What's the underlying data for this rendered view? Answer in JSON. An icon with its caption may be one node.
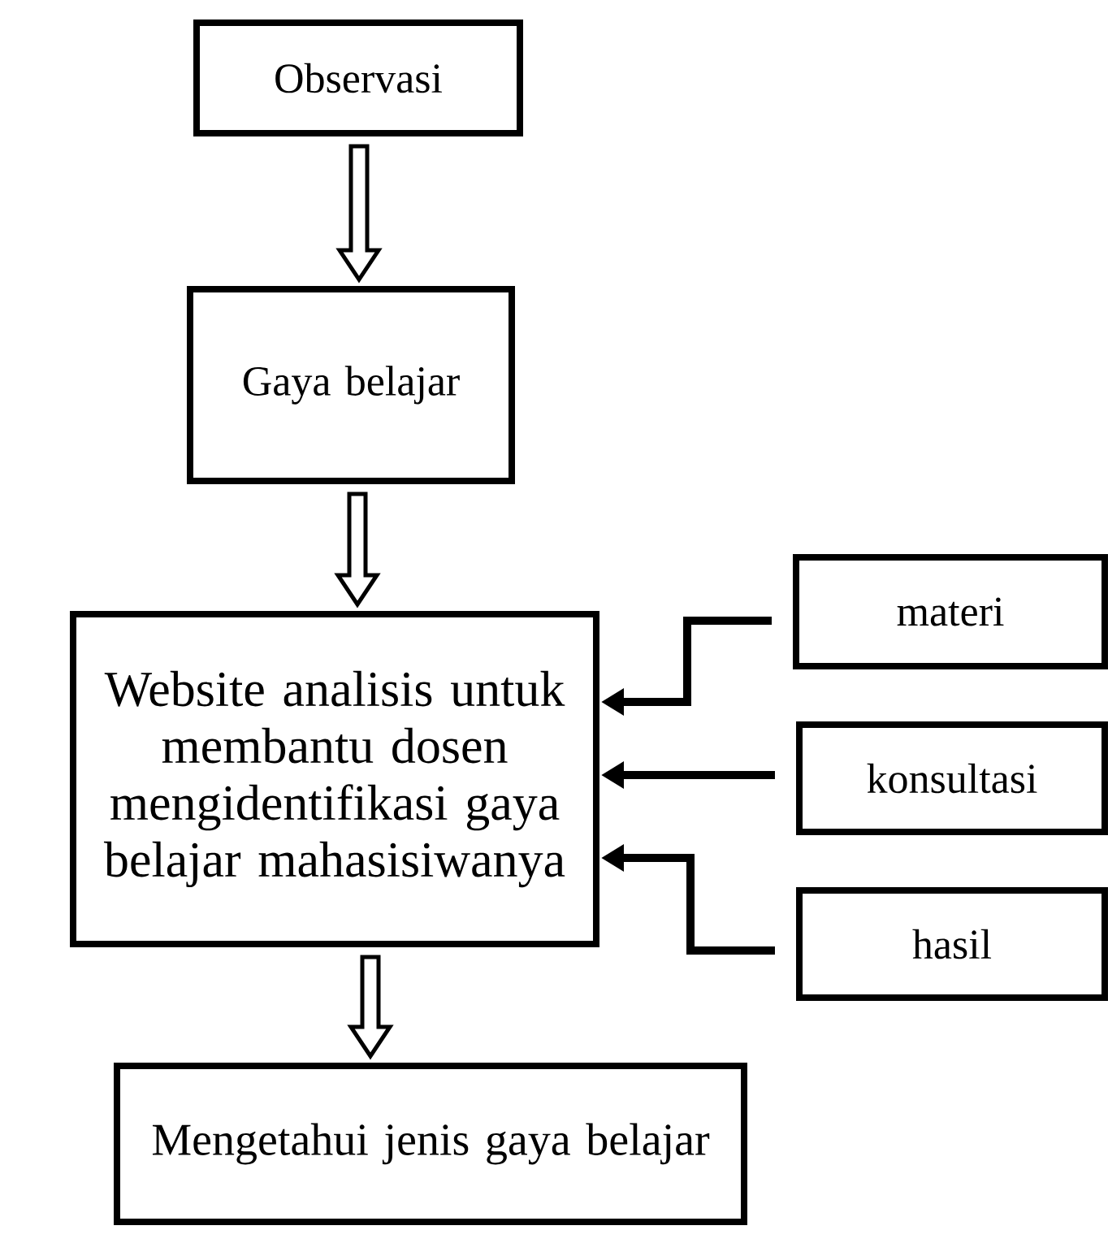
{
  "diagram": {
    "nodes": [
      {
        "text": [
          "Observasi"
        ]
      },
      {
        "text": [
          "Gaya belajar"
        ]
      },
      {
        "text": [
          "Website analisis untuk membantu dosen mengidentifikasi gaya belajar mahasisiwanya"
        ]
      },
      {
        "text": [
          "materi"
        ]
      },
      {
        "text": [
          "konsultasi"
        ]
      },
      {
        "text": [
          "hasil"
        ]
      },
      {
        "text": [
          "Mengetahui jenis gaya belajar"
        ]
      }
    ],
    "edges": [
      {
        "from": 0,
        "to": 1,
        "arrow": "to",
        "style": "thick"
      },
      {
        "from": 1,
        "to": 2,
        "arrow": "to",
        "style": "thick"
      },
      {
        "from": 3,
        "to": 2,
        "arrow": "to"
      },
      {
        "from": 4,
        "to": 2,
        "arrow": "to"
      },
      {
        "from": 5,
        "to": 2,
        "arrow": "to"
      },
      {
        "from": 2,
        "to": 6,
        "arrow": "to",
        "style": "thick"
      }
    ]
  }
}
